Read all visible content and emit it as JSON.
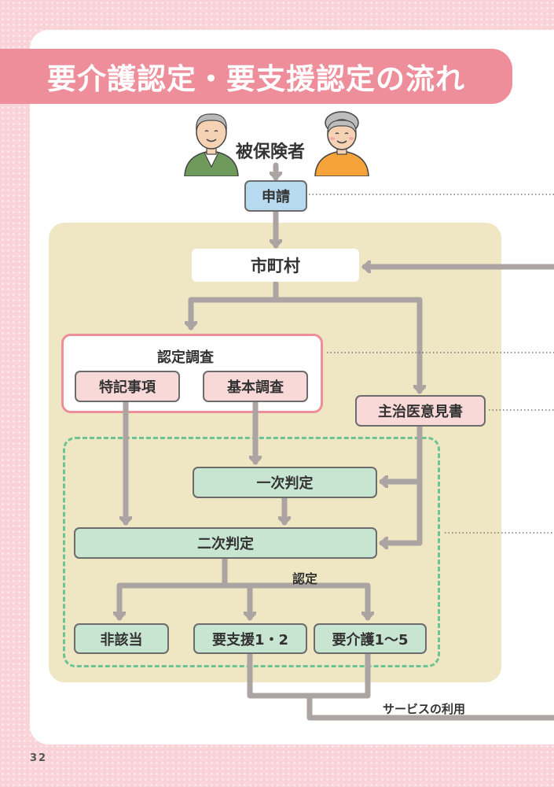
{
  "title": "要介護認定・要支援認定の流れ",
  "page_number": "32",
  "nodes": {
    "insured": "被保険者",
    "application": "申請",
    "municipality": "市町村",
    "survey": "認定調査",
    "special_notes": "特記事項",
    "basic_survey": "基本調査",
    "doctor_opinion": "主治医意見書",
    "primary_judgment": "一次判定",
    "secondary_judgment": "二次判定",
    "certification": "認定",
    "not_applicable": "非該当",
    "support_needed": "要支援1・2",
    "care_needed": "要介護1～5",
    "service_use": "サービスの利用"
  },
  "colors": {
    "background": "#f9d3d8",
    "banner": "#ef8e9b",
    "beige_area": "#efe6c4",
    "arrow": "#aba4a2",
    "dashed_border": "#6cc493",
    "node_blue": "#b7daf0",
    "node_pink": "#f9d8d8",
    "node_green": "#c8e5d2"
  },
  "icons": [
    "elderly-man-icon",
    "elderly-woman-icon"
  ]
}
